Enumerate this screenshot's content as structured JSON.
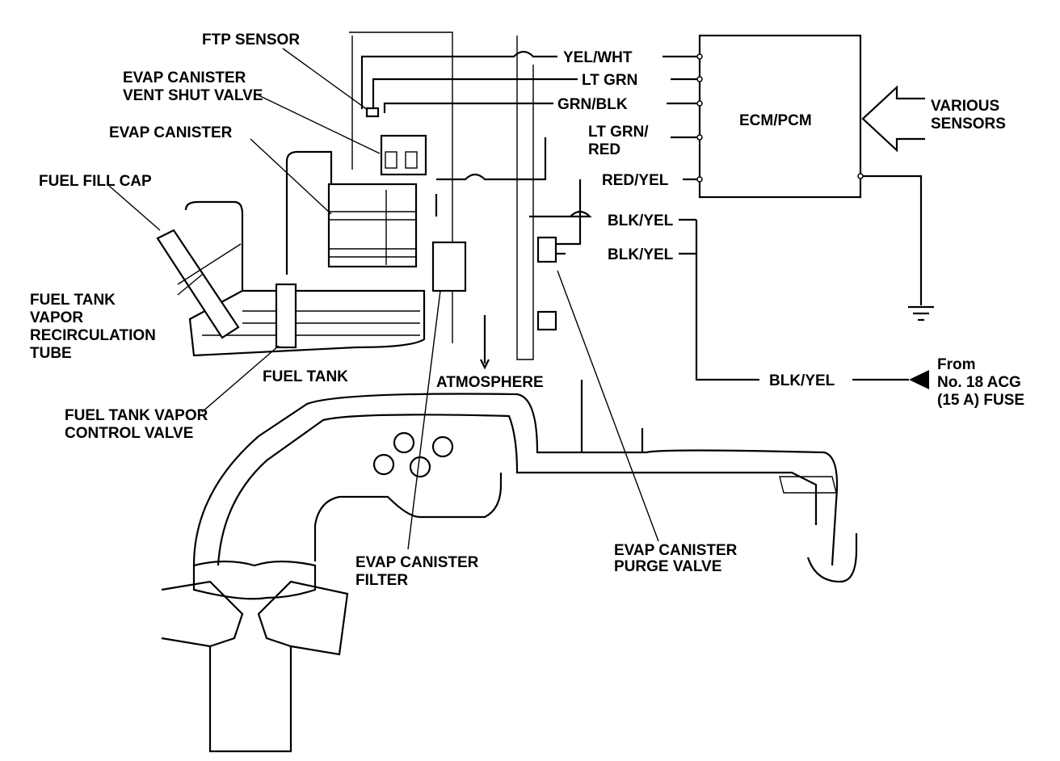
{
  "labels": {
    "ftp_sensor": "FTP SENSOR",
    "vent_shut_valve": [
      "EVAP CANISTER",
      "VENT SHUT VALVE"
    ],
    "evap_canister": "EVAP CANISTER",
    "fuel_fill_cap": "FUEL FILL CAP",
    "recirculation_tube": [
      "FUEL TANK",
      "VAPOR",
      "RECIRCULATION",
      "TUBE"
    ],
    "fuel_tank": "FUEL TANK",
    "vapor_control_valve": [
      "FUEL TANK VAPOR",
      "CONTROL VALVE"
    ],
    "atmosphere": "ATMOSPHERE",
    "canister_filter": [
      "EVAP CANISTER",
      "FILTER"
    ],
    "purge_valve": [
      "EVAP CANISTER",
      "PURGE VALVE"
    ],
    "ecm": "ECM/PCM",
    "various_sensors": [
      "VARIOUS",
      "SENSORS"
    ],
    "fuse": [
      "From",
      "No. 18 ACG",
      "(15 A) FUSE"
    ]
  },
  "wires": [
    "YEL/WHT",
    "LT GRN",
    "GRN/BLK",
    "LT GRN/",
    "RED",
    "RED/YEL",
    "BLK/YEL",
    "BLK/YEL",
    "BLK/YEL"
  ]
}
